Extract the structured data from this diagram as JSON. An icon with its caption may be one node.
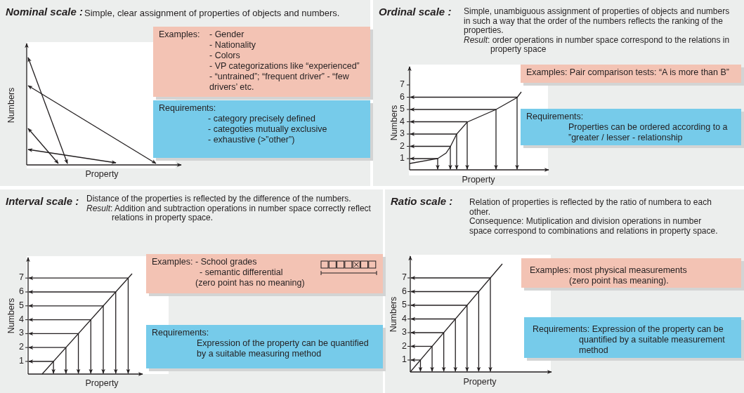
{
  "diagram": {
    "nodes": [
      {
        "text": [
          "Nominal scale :",
          "Simple, clear assignment of properties of objects and numbers."
        ]
      },
      {
        "text": [
          "Examples:",
          "- Gender",
          "- Nationality",
          "- Colors",
          "- VP categorizations like “experienced” - “untrained”; “frequent driver” - “few drivers’ etc."
        ],
        "in": 0
      },
      {
        "text": [
          "Requirements:",
          "- category precisely defined",
          "- categoties mutually exclusive",
          "- exhaustive (>”other”)"
        ],
        "in": 0
      },
      {
        "text": [
          "Ordinal scale :",
          "Simple, unambiguous assignment of properties of objects and numbers in such a way that the order of the numbers reflects the ranking of the properties.",
          "*Result*: order operations in number space correspond to the relations in property space"
        ]
      },
      {
        "text": [
          "Examples: Pair comparison tests: “A is more than B”"
        ],
        "in": 3
      },
      {
        "text": [
          "Requirements:",
          "Properties can be ordered according to a ”greater / lesser - relationship"
        ],
        "in": 3
      },
      {
        "text": [
          "Interval scale :",
          "Distance of the properties is reflected by the difference of the numbers.",
          "*Result*: Addition and subtraction operations in number space correctly reflect relations in property space."
        ]
      },
      {
        "text": [
          "Examples:",
          "- School grades",
          "- semantic differential",
          "(zero point has no meaning)"
        ],
        "in": 6
      },
      {
        "text": [
          "Requirements:",
          "Expression of the property can be quantified by a suitable measuring method"
        ],
        "in": 6
      },
      {
        "text": [
          "Ratio scale :",
          "Relation of properties is reflected by the ratio of numbera to each other.",
          "Consequence: Mutiplication and division operations in number space correspond to combinations and relations in property space."
        ]
      },
      {
        "text": [
          "Examples: most physical measurements",
          "(zero point has meaning)."
        ],
        "in": 9
      },
      {
        "text": [
          "Requirements: Expression of the property can be quantified by a suitable measurement method"
        ],
        "in": 9
      }
    ],
    "labels": [
      "Numbers",
      "Property",
      "7",
      "6",
      "5",
      "4",
      "3",
      "2",
      "1",
      "Numbers",
      "Property",
      "7",
      "6",
      "5",
      "4",
      "3",
      "2",
      "1",
      "Numbers",
      "Property",
      "7",
      "6",
      "5",
      "4",
      "3",
      "2",
      "1",
      "Numbers",
      "Property"
    ]
  }
}
